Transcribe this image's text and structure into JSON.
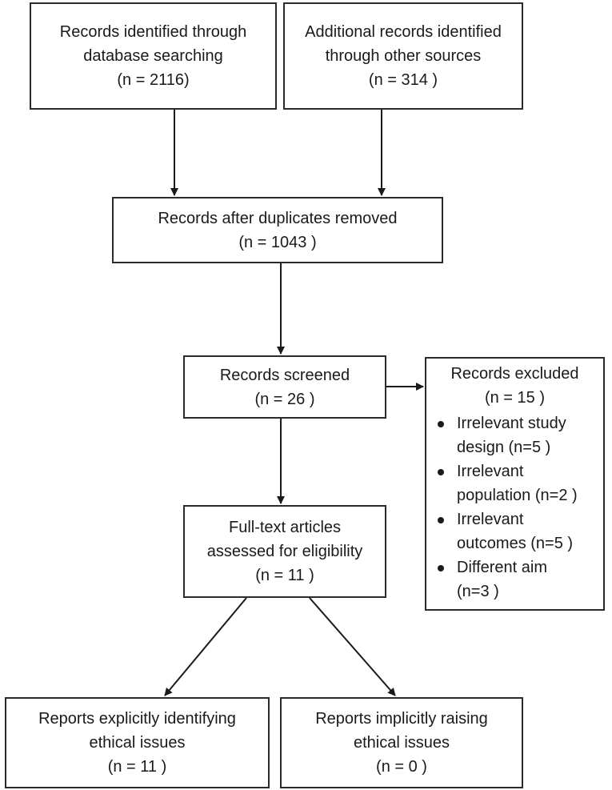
{
  "boxes": {
    "identified_db": {
      "line1": "Records identified through",
      "line2": "database searching",
      "n": "(n = 2116)"
    },
    "identified_other": {
      "line1": "Additional records identified",
      "line2": "through other sources",
      "n": "(n = 314 )"
    },
    "after_duplicates": {
      "line1": "Records after duplicates removed",
      "n": "(n = 1043 )"
    },
    "screened": {
      "line1": "Records screened",
      "n": "(n = 26 )"
    },
    "excluded": {
      "title": "Records excluded",
      "n": "(n = 15 )",
      "reasons": [
        {
          "line1": "Irrelevant study",
          "line2": "design (n=5 )"
        },
        {
          "line1": "Irrelevant",
          "line2": "population (n=2 )"
        },
        {
          "line1": "Irrelevant",
          "line2": "outcomes (n=5 )"
        },
        {
          "line1": "Different aim",
          "line2": "(n=3 )"
        }
      ]
    },
    "fulltext": {
      "line1": "Full-text articles",
      "line2": "assessed for eligibility",
      "n": "(n = 11 )"
    },
    "explicit": {
      "line1": "Reports explicitly identifying",
      "line2": "ethical issues",
      "n": "(n = 11 )"
    },
    "implicit": {
      "line1": "Reports implicitly raising",
      "line2": "ethical issues",
      "n": "(n = 0 )"
    }
  }
}
